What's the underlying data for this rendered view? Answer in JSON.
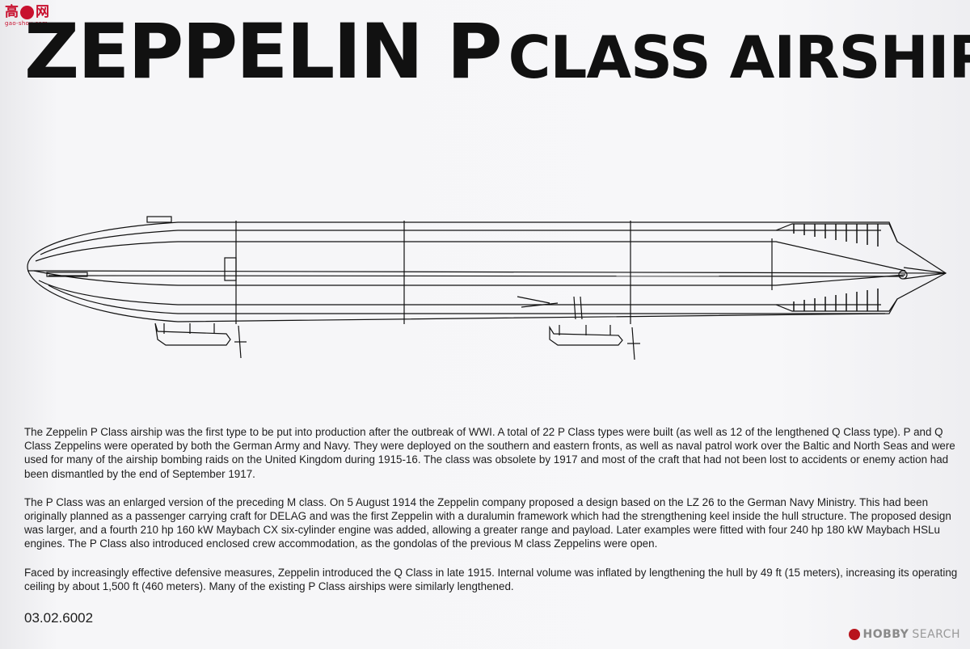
{
  "watermark_top": {
    "chars": [
      "高",
      "网"
    ],
    "url": "gao-shou.com"
  },
  "header": {
    "title_part1": "ZEPPELIN P",
    "title_part2": "CLASS AIRSHIP"
  },
  "paragraphs": [
    "The Zeppelin P Class airship was the first type to be put into production after the outbreak of WWI. A total of 22 P Class types were built (as well as 12 of the lengthened Q Class type). P and Q Class Zeppelins were operated by both the German Army and Navy. They were deployed on the southern and eastern fronts, as well as naval patrol work over the Baltic and North Seas and were used for many of the airship bombing raids on the United Kingdom during 1915-16. The class was obsolete by 1917 and most of the craft that had not been lost to accidents or enemy action had been dismantled by the end of September 1917.",
    "The P Class was an enlarged version of the preceding M class. On 5 August 1914 the Zeppelin company proposed a design based on the LZ 26 to the German Navy Ministry. This had been originally planned as a passenger carrying craft for DELAG and was the first Zeppelin with a duralumin framework which had the strengthening keel inside the hull structure. The proposed design was larger, and a fourth 210 hp 160 kW Maybach CX six-cylinder engine was added, allowing a greater range and payload. Later examples were fitted with four 240 hp 180 kW Maybach HSLu engines. The P Class also introduced enclosed crew accommodation, as the gondolas of the previous M class Zeppelins were open.",
    "Faced by increasingly effective defensive measures, Zeppelin introduced the Q Class in late 1915. Internal volume was inflated by lengthening the hull by 49 ft (15 meters), increasing its operating ceiling by about 1,500 ft (460 meters). Many of the existing P Class airships were similarly lengthened."
  ],
  "catalog_number": "03.02.6002",
  "watermark_bottom": {
    "brand": "HOBBY",
    "suffix": "SEARCH"
  }
}
